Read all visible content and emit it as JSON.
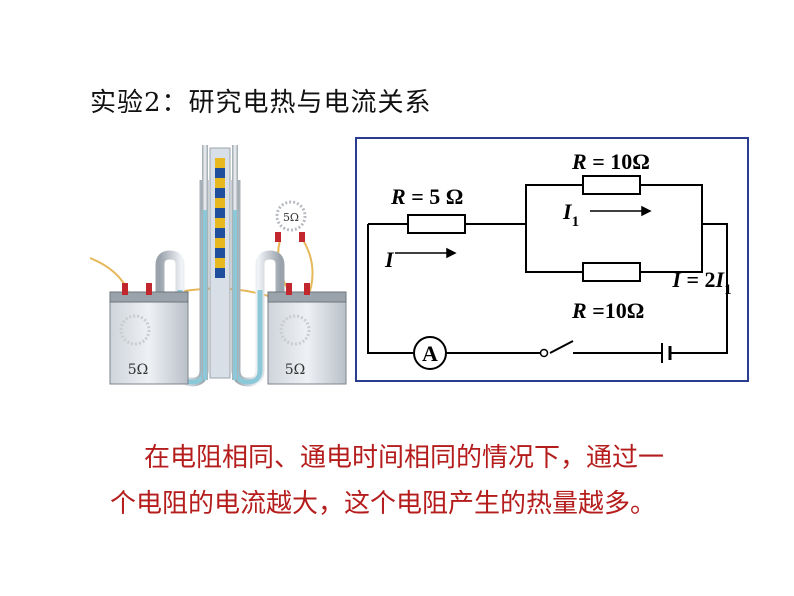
{
  "title": "实验2：研究电热与电流关系",
  "apparatus": {
    "left_box_label": "5Ω",
    "right_box_label": "5Ω",
    "external_resistor_label": "5Ω"
  },
  "circuit": {
    "series_resistor": {
      "symbol": "R",
      "value": " = 5 Ω"
    },
    "current_main": "I",
    "top_branch_resistor": {
      "symbol": "R",
      "value": " = 10Ω"
    },
    "branch_current": {
      "symbol": "I",
      "sub": "1"
    },
    "relation": {
      "lhs": "I",
      "mid": " = 2",
      "rhs": "I",
      "sub": "1"
    },
    "bottom_branch_resistor": {
      "symbol": "R",
      "value": " =10Ω"
    },
    "ammeter": "A"
  },
  "conclusion": {
    "line1": "在电阻相同、通电时间相同的情况下，通过一",
    "line2": "个电阻的电流越大，这个电阻产生的热量越多。"
  },
  "colors": {
    "conclusion_text": "#b51d1d",
    "circuit_border": "#2a3c8f",
    "liquid": "#8cc8d8"
  }
}
